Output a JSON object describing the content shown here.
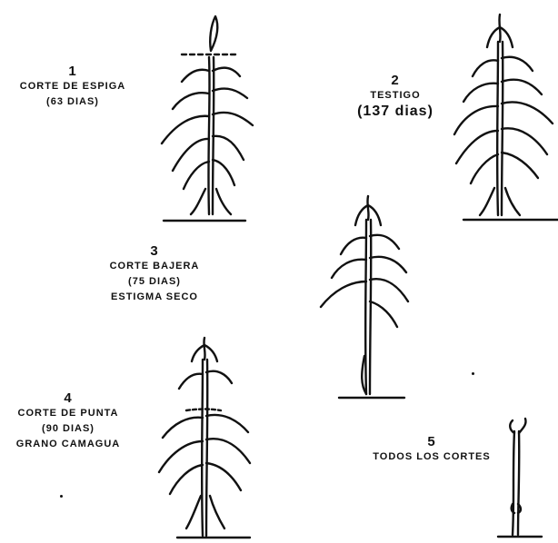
{
  "treatments": [
    {
      "number": "1",
      "lines": [
        "CORTE DE ESPIGA",
        "(63 DIAS)"
      ]
    },
    {
      "number": "2",
      "lines": [
        "TESTIGO",
        "(137 dias)"
      ]
    },
    {
      "number": "3",
      "lines": [
        "CORTE BAJERA",
        "(75 DIAS)",
        "ESTIGMA SECO"
      ]
    },
    {
      "number": "4",
      "lines": [
        "CORTE DE PUNTA",
        "(90 DIAS)",
        "GRANO CAMAGUA"
      ]
    },
    {
      "number": "5",
      "lines": [
        "TODOS LOS CORTES"
      ]
    }
  ]
}
